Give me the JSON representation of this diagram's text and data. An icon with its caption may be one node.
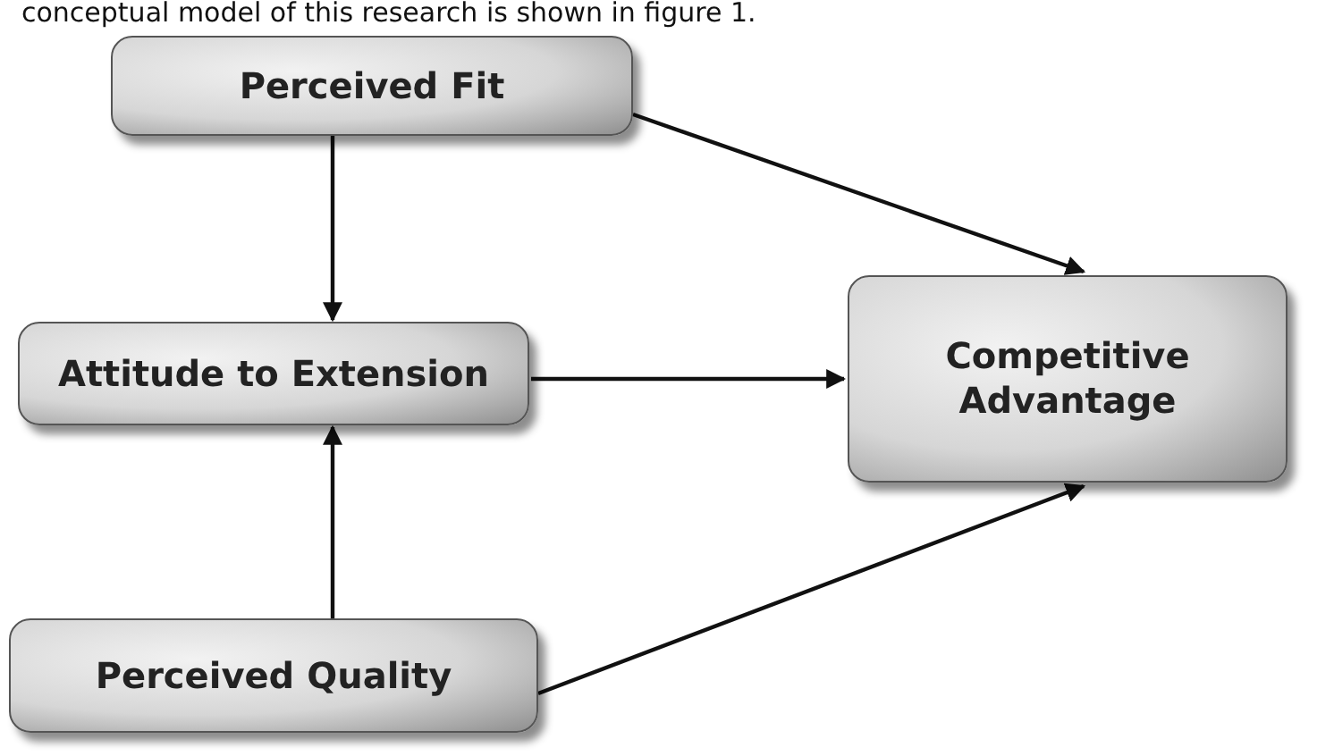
{
  "diagram": {
    "nodes": [
      {
        "text": [
          "Perceived Fit"
        ]
      },
      {
        "text": [
          "Attitude to Extension"
        ]
      },
      {
        "text": [
          "Competitive Advantage"
        ]
      },
      {
        "text": [
          "Perceived Quality"
        ]
      }
    ],
    "edges": [
      {
        "from": 0,
        "to": 2,
        "arrow": "to"
      },
      {
        "from": 0,
        "to": 1,
        "arrow": "to"
      },
      {
        "from": 1,
        "to": 2,
        "arrow": "to"
      },
      {
        "from": 3,
        "to": 1,
        "arrow": "to"
      },
      {
        "from": 3,
        "to": 2,
        "arrow": "to"
      }
    ],
    "labels": [
      "conceptual model of this research is shown in figure 1."
    ]
  }
}
